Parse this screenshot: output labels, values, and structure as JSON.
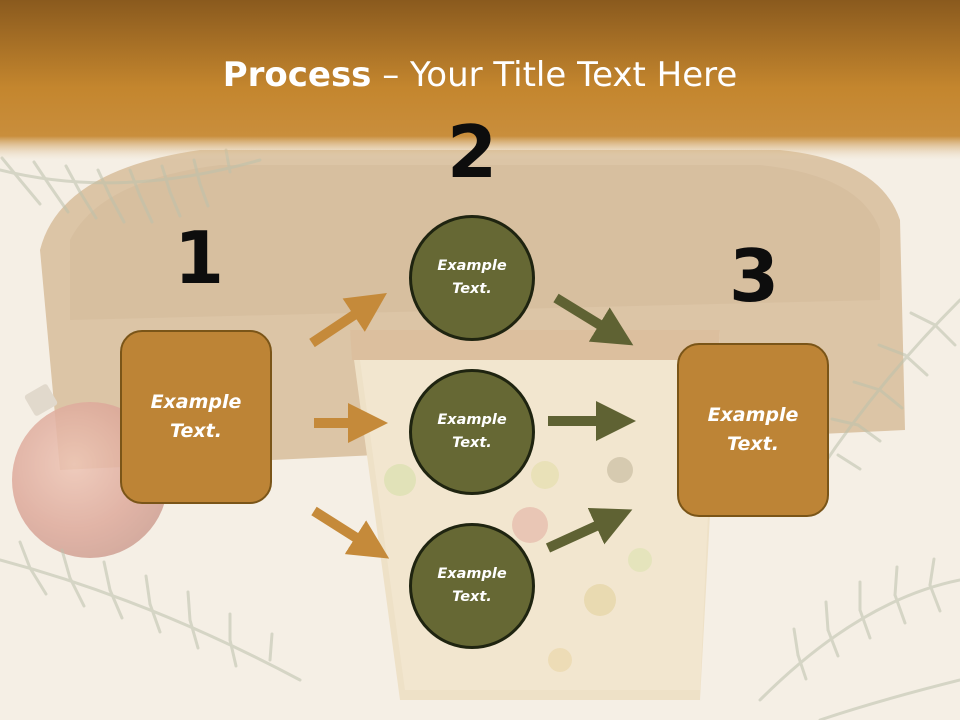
{
  "title": {
    "bold": "Process",
    "rest": " – Your Title Text Here"
  },
  "numbers": [
    "1",
    "2",
    "3"
  ],
  "boxes": {
    "left": "Example Text.",
    "right": "Example Text."
  },
  "circles": [
    "Example Text.",
    "Example Text.",
    "Example Text."
  ],
  "colors": {
    "banner": "#c4862e",
    "box_fill": "#bd8436",
    "box_border": "#7a5518",
    "circle_fill": "#666834",
    "circle_border": "#1f2410",
    "arrow_left": "#c58a3a",
    "arrow_right": "#5f6233"
  }
}
